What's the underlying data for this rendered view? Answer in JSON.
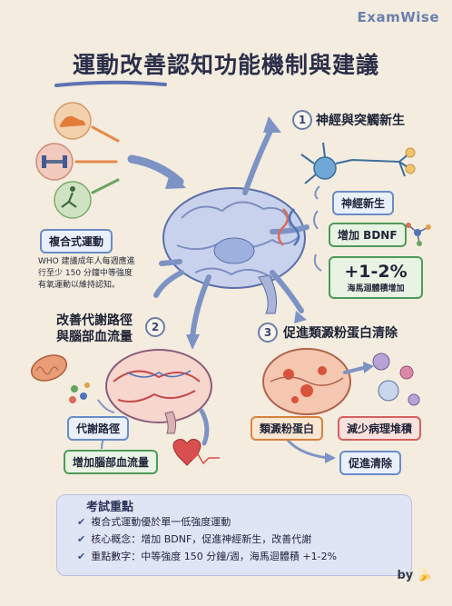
{
  "brand": "ExamWise",
  "title": "運動改善認知功能機制與建議",
  "left_top": {
    "tag": "複合式運動",
    "note_lines": [
      "WHO 建議成年人每週應進",
      "行至少 150 分鐘中等強度",
      "有氧運動以維持認知。"
    ]
  },
  "section1": {
    "number": "1",
    "title": "神經與突觸新生",
    "tag_neurogenesis": "神經新生",
    "tag_bdnf": "增加 BDNF",
    "value": "+1-2%",
    "value_caption": "海馬迴體積增加"
  },
  "section2": {
    "number": "2",
    "title_lines": [
      "改善代謝路徑",
      "與腦部血流量"
    ],
    "tag_metabolic": "代謝路徑",
    "tag_blood": "增加腦部血流量"
  },
  "section3": {
    "number": "3",
    "title": "促進類澱粉蛋白清除",
    "tag_amyloid": "類澱粉蛋白",
    "tag_reduce": "減少病理堆積",
    "tag_clear": "促進清除"
  },
  "exam": {
    "title": "考試重點",
    "items": [
      "複合式運動優於單一低強度運動",
      "核心概念：增加 BDNF，促進神經新生，改善代謝",
      "重點數字：中等強度 150 分鐘/週，海馬迴體積 +1-2%"
    ]
  },
  "footer": {
    "by": "by"
  },
  "colors": {
    "accent": "#6a8cc7",
    "arrow": "#7d93c4",
    "background": "#f3ecdf"
  }
}
